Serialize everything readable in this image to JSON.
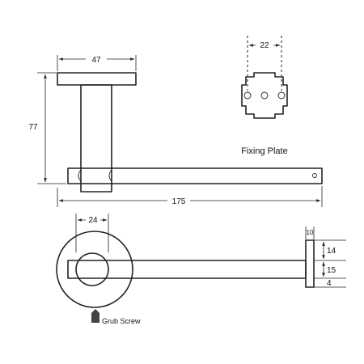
{
  "dimensions": {
    "plate_width": "47",
    "height": "77",
    "fixing_plate_spacing": "22",
    "arm_length": "175",
    "post_diameter": "24",
    "end_width": "10",
    "dim_14": "14",
    "dim_15": "15",
    "dim_4": "4"
  },
  "labels": {
    "fixing_plate": "Fixing Plate",
    "grub_screw": "Grub Screw"
  },
  "icons": {
    "grub_screw_marker": "house-arrow-icon"
  }
}
